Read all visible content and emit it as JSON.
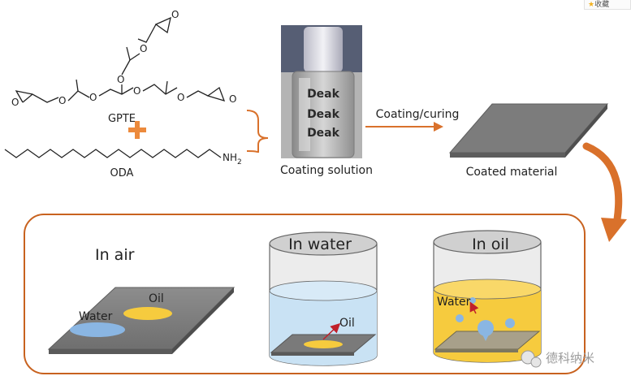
{
  "labels": {
    "gpte": "GPTE",
    "oda": "ODA",
    "nh2": "NH",
    "nh2_sub": "2",
    "coating_solution": "Coating solution",
    "coating_curing": "Coating/curing",
    "coated_material": "Coated material",
    "in_air": "In air",
    "in_water": "In water",
    "in_oil": "In oil",
    "water": "Water",
    "oil": "Oil",
    "bottle_label": "Deak",
    "watermark": "德科纳米",
    "corner_badge": "收藏"
  },
  "colors": {
    "accent_orange": "#d9712b",
    "plus_orange": "#ec8a3c",
    "plate_gray": "#7b7b7b",
    "water_blue": "#c9e2f4",
    "oil_yellow": "#f6cb3e",
    "drop_blue": "#8ab6e3"
  }
}
